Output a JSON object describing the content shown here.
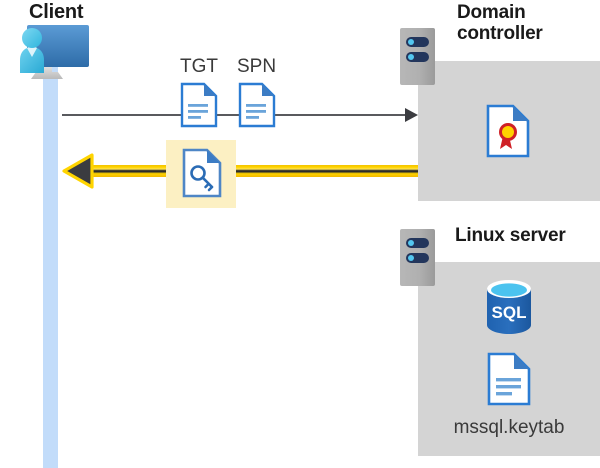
{
  "diagram": {
    "title": "Kerberos authentication flow between client, domain controller and Linux server",
    "background": "#ffffff"
  },
  "client": {
    "title": "Client",
    "icon": "user-with-monitor-icon",
    "lifeline_color": "#c2dcfa"
  },
  "domain_controller": {
    "title": "Domain\ncontroller",
    "rack_icon": "server-rack-icon",
    "panel_color": "#d4d4d4",
    "contents": [
      {
        "icon": "certificate-document-icon",
        "label": ""
      }
    ]
  },
  "linux_server": {
    "title": "Linux server",
    "rack_icon": "server-rack-icon",
    "panel_color": "#d4d4d4",
    "contents": [
      {
        "icon": "sql-database-icon",
        "label": "SQL"
      },
      {
        "icon": "document-icon",
        "label": "mssql.keytab"
      }
    ]
  },
  "flows": {
    "request": {
      "direction": "client-to-domain-controller",
      "line_color": "#595a5e",
      "artifacts": [
        {
          "label": "TGT",
          "icon": "document-icon"
        },
        {
          "label": "SPN",
          "icon": "document-icon"
        }
      ]
    },
    "response": {
      "direction": "domain-controller-to-client",
      "line_color": "#ffd400",
      "highlight_color": "#fcf0c3",
      "artifacts": [
        {
          "label": "",
          "icon": "key-document-icon"
        }
      ]
    }
  },
  "colors": {
    "accent_blue": "#2b7cd3",
    "doc_fold_blue": "#3c7cc4",
    "panel_gray": "#d4d4d4",
    "arrow_yellow": "#ffd400",
    "highlight_yellow": "#fcf0c3",
    "lifeline_blue": "#c2dcfa",
    "text_dark": "#1a1a1a"
  }
}
